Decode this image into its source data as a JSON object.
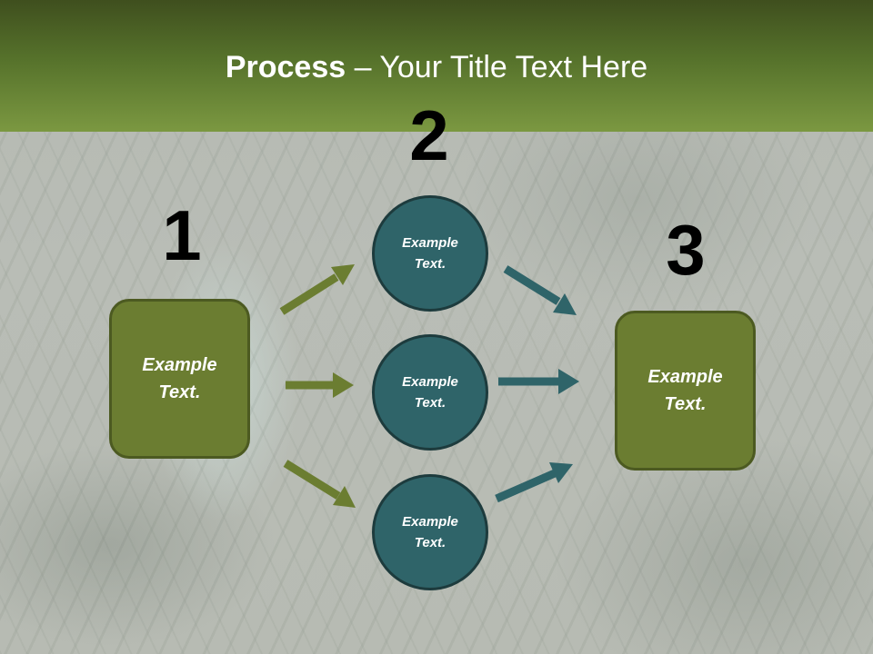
{
  "slide": {
    "title_bold": "Process",
    "title_rest": " – Your Title Text Here",
    "steps": {
      "n1": "1",
      "n2": "2",
      "n3": "3"
    },
    "left_box": "Example Text.",
    "right_box": "Example Text.",
    "circles": [
      "Example Text.",
      "Example Text.",
      "Example Text."
    ]
  },
  "colors": {
    "header_top": "#3f4f1e",
    "header_bottom": "#7b9841",
    "box_fill": "#6b7d31",
    "circle_fill": "#2f6469",
    "arrow_green": "#6b7d31",
    "arrow_teal": "#2f6469"
  }
}
